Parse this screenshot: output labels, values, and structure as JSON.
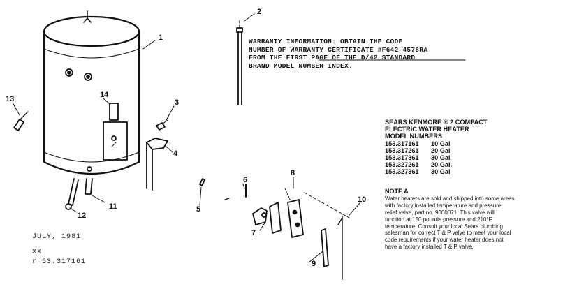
{
  "callouts": {
    "c1": "1",
    "c2": "2",
    "c3": "3",
    "c4": "4",
    "c5": "5",
    "c6": "6",
    "c7": "7",
    "c8": "8",
    "c9": "9",
    "c10": "10",
    "c11": "11",
    "c12": "12",
    "c13": "13",
    "c14": "14"
  },
  "warranty": {
    "lines": [
      "WARRANTY INFORMATION:  OBTAIN THE CODE",
      "NUMBER OF WARRANTY CERTIFICATE #F642-4576RA",
      "FROM THE FIRST PAGE OF THE D/42 STANDARD",
      "BRAND MODEL NUMBER INDEX."
    ]
  },
  "models": {
    "header": [
      "SEARS KENMORE ® 2 COMPACT",
      "ELECTRIC WATER HEATER",
      "MODEL NUMBERS"
    ],
    "rows": [
      {
        "number": "153.317161",
        "capacity": "10 Gal"
      },
      {
        "number": "153.317261",
        "capacity": "20 Gal"
      },
      {
        "number": "153.317361",
        "capacity": "30 Gal"
      },
      {
        "number": "153.327261",
        "capacity": "20 Gal."
      },
      {
        "number": "153.327361",
        "capacity": "30 Gal"
      }
    ]
  },
  "note": {
    "title": "NOTE A",
    "lines": [
      "Water heaters are sold and shipped into some areas",
      "with factory installed temperature and pressure",
      "relief valve, part no. 9000071. This valve will",
      "function at 150 pounds pressure and 210°F",
      "temperature. Consult your local Sears plumbing",
      "salesman for correct T & P valve to meet your local",
      "code requirements if your water heater does not",
      "have a factory installed T & P valve."
    ]
  },
  "footer": {
    "date": "JULY, 1981",
    "line2": "XX",
    "line3": "r  53.317161"
  }
}
